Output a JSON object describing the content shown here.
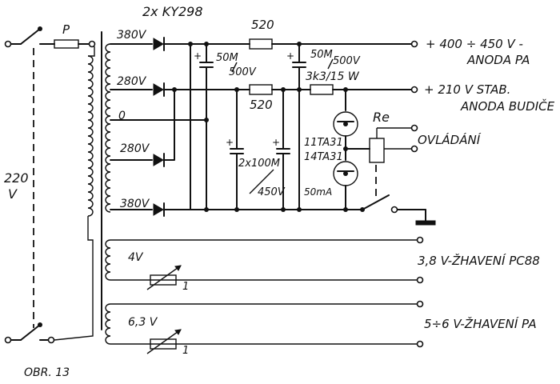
{
  "labels": {
    "mains_voltage": "220",
    "mains_unit": "V",
    "fuse": "P",
    "diodes": "2x KY298",
    "tap_380_top": "380V",
    "tap_280_top": "280V",
    "tap_0": "0",
    "tap_280_bot": "280V",
    "tap_380_bot": "380V",
    "res_520_top": "520",
    "res_520_mid": "520",
    "cap_50m_a_1": "50M",
    "cap_50m_a_2": "500V",
    "cap_50m_b_1": "50M",
    "cap_50m_b_2": "500V",
    "res_3k3": "3k3/15 W",
    "cap_2x100_1": "2x100M",
    "cap_2x100_2": "450V",
    "tubes_1": "11TA31",
    "tubes_2": "14TA31",
    "tube_current": "50mA",
    "relay": "Re",
    "plus": "+",
    "pot_1": "1",
    "pot_2": "1",
    "out_anoda_pa_1": "+ 400 ÷ 450 V -",
    "out_anoda_pa_2": "ANODA PA",
    "out_budice_1": "+ 210 V STAB.",
    "out_budice_2": "ANODA BUDIČE",
    "out_ovladani": "OVLÁDÁNÍ",
    "heater_4v": "4V",
    "heater_63v": "6,3 V",
    "out_pc88": "3,8 V-ŽHAVENÍ PC88",
    "out_pa_heat": "5÷6 V-ŽHAVENÍ PA",
    "figure": "OBR. 13"
  }
}
